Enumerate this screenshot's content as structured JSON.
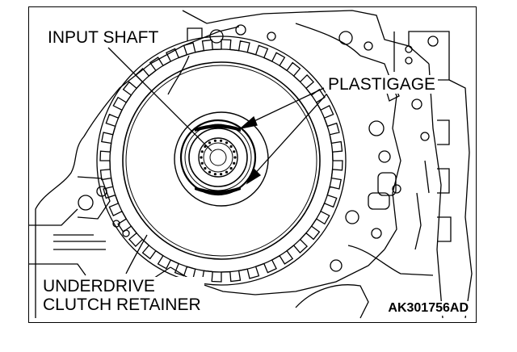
{
  "labels": {
    "input_shaft": "INPUT SHAFT",
    "plastigage": "PLASTIGAGE",
    "underdrive_line1": "UNDERDRIVE",
    "underdrive_line2": "CLUTCH RETAINER",
    "figure_code": "AK301756AD"
  },
  "colors": {
    "line": "#000000",
    "background": "#ffffff"
  }
}
